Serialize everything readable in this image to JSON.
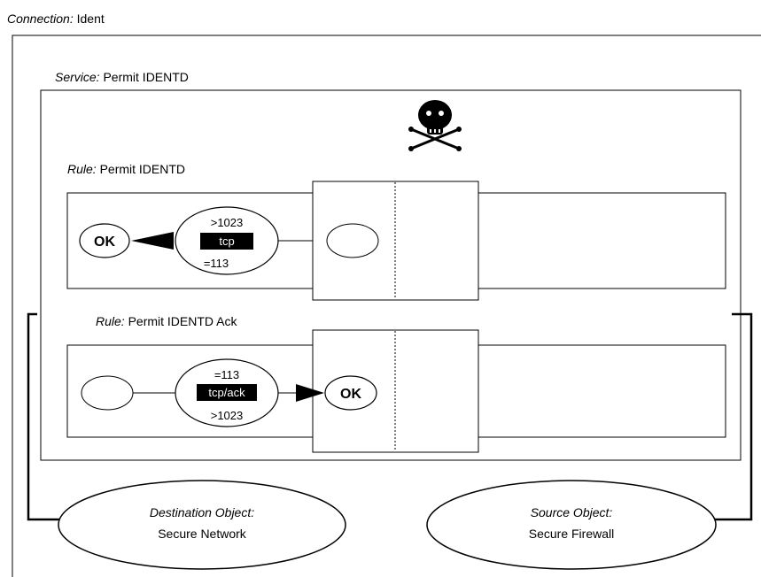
{
  "connection": {
    "label": "Connection:",
    "value": "Ident"
  },
  "service": {
    "label": "Service:",
    "value": "Permit IDENTD"
  },
  "rules": [
    {
      "label": "Rule:",
      "value": "Permit IDENTD",
      "ok": "OK",
      "port_top": ">1023",
      "protocol": "tcp",
      "port_bottom": "=113"
    },
    {
      "label": "Rule:",
      "value": "Permit IDENTD Ack",
      "ok": "OK",
      "port_top": "=113",
      "protocol": "tcp/ack",
      "port_bottom": ">1023"
    }
  ],
  "destination": {
    "label": "Destination Object:",
    "value": "Secure Network"
  },
  "source": {
    "label": "Source Object:",
    "value": "Secure Firewall"
  },
  "icons": {
    "danger": "skull-crossbones-icon"
  }
}
